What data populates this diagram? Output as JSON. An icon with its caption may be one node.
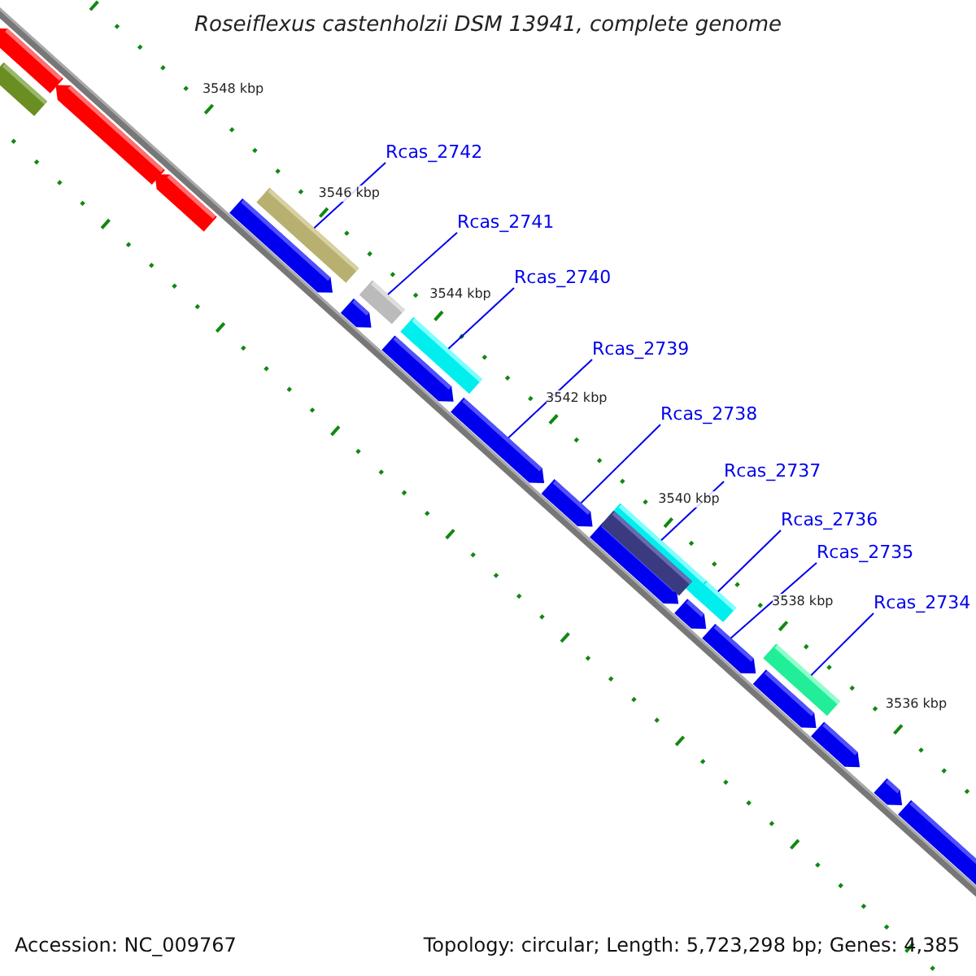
{
  "diagram": {
    "title": "Roseiflexus castenholzii DSM 13941, complete genome",
    "nodes": [
      {
        "text": [
          "Rcas_2742"
        ]
      },
      {
        "text": [
          "Rcas_2741"
        ]
      },
      {
        "text": [
          "Rcas_2740"
        ]
      },
      {
        "text": [
          "Rcas_2739"
        ]
      },
      {
        "text": [
          "Rcas_2738"
        ]
      },
      {
        "text": [
          "Rcas_2737"
        ]
      },
      {
        "text": [
          "Rcas_2736"
        ]
      },
      {
        "text": [
          "Rcas_2735"
        ]
      },
      {
        "text": [
          "Rcas_2734"
        ]
      },
      {
        "text": [],
        "shape": "bar"
      },
      {
        "text": [],
        "shape": "arrow"
      },
      {
        "text": [],
        "shape": "arrow"
      },
      {
        "text": [],
        "shape": "arrow"
      },
      {
        "text": [],
        "shape": "arrow"
      },
      {
        "text": [],
        "shape": "bar"
      },
      {
        "text": [],
        "shape": "arrow"
      },
      {
        "text": [],
        "shape": "bar"
      },
      {
        "text": [],
        "shape": "arrow"
      },
      {
        "text": [],
        "shape": "bar"
      },
      {
        "text": [],
        "shape": "arrow"
      },
      {
        "text": [],
        "shape": "arrow"
      },
      {
        "text": [],
        "shape": "arrow"
      },
      {
        "text": [],
        "shape": "bar"
      },
      {
        "text": [],
        "shape": "bar"
      },
      {
        "text": [],
        "shape": "arrow"
      },
      {
        "text": [],
        "shape": "bar"
      },
      {
        "text": [],
        "shape": "arrow"
      },
      {
        "text": [],
        "shape": "bar"
      },
      {
        "text": [],
        "shape": "arrow"
      },
      {
        "text": [],
        "shape": "arrow"
      },
      {
        "text": [],
        "shape": "arrow"
      },
      {
        "text": [],
        "shape": "arrow"
      }
    ],
    "edges": [
      {
        "from": 0,
        "to": 14,
        "arrow": "none"
      },
      {
        "from": 1,
        "to": 16,
        "arrow": "none"
      },
      {
        "from": 2,
        "to": 18,
        "arrow": "none"
      },
      {
        "from": 3,
        "to": 19,
        "arrow": "none"
      },
      {
        "from": 4,
        "to": 20,
        "arrow": "none"
      },
      {
        "from": 5,
        "to": 22,
        "arrow": "none"
      },
      {
        "from": 6,
        "to": 25,
        "arrow": "none"
      },
      {
        "from": 7,
        "to": 26,
        "arrow": "none"
      },
      {
        "from": 8,
        "to": 27,
        "arrow": "none"
      }
    ],
    "labels": [
      "3548 kbp",
      "3546 kbp",
      "3544 kbp",
      "3542 kbp",
      "3540 kbp",
      "3538 kbp",
      "3536 kbp",
      "Accession: NC_009767",
      "Topology: circular; Length: 5,723,298 bp; Genes: 4,385"
    ]
  }
}
